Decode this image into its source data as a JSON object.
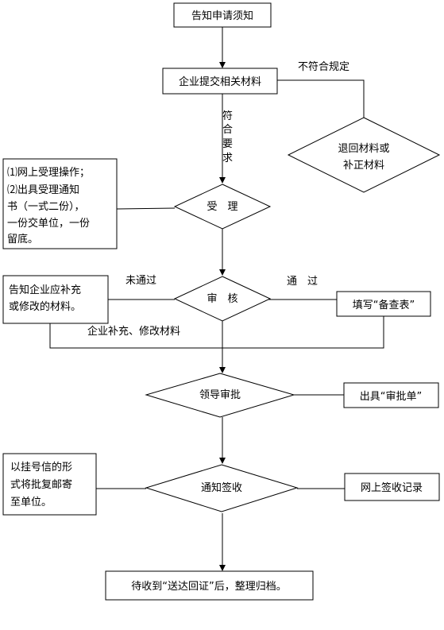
{
  "nodes": {
    "notice": "告知申请须知",
    "submit": "企业提交相关材料",
    "return_materials": [
      "退回材料或",
      "补正材料"
    ],
    "accept": "受　理",
    "accept_note": [
      "⑴网上受理操作；",
      "⑵出具受理通知",
      "书（一式二份），",
      "一份交单位，一份",
      "留底。"
    ],
    "review": "审　核",
    "inform_supplement": [
      "告知企业应补充",
      "或修改的材料。"
    ],
    "fill_form": "填写“备查表”",
    "leader_approve": "领导审批",
    "issue_approval": "出具“审批单”",
    "notify_sign": "通知签收",
    "mail_reply": [
      "以挂号信的形",
      "式将批复邮寄",
      "至单位。"
    ],
    "online_sign_record": "网上签收记录",
    "archive": "待收到“送达回证”后，整理归档。"
  },
  "edge_labels": {
    "not_compliant": "不符合规定",
    "compliant": [
      "符",
      "合",
      "要",
      "求"
    ],
    "not_passed": "未通过",
    "passed": "通　过",
    "supplement": "企业补充、修改材料"
  }
}
